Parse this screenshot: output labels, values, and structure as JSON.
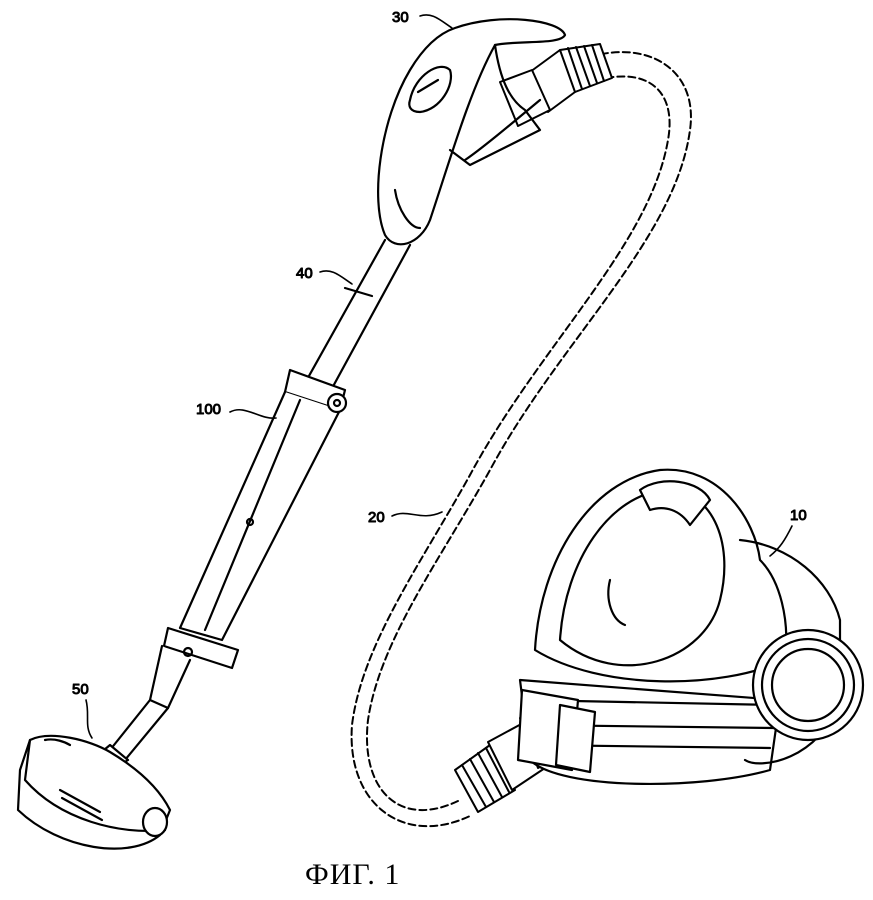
{
  "figure": {
    "caption": "ФИГ. 1",
    "reference_labels": {
      "body": "10",
      "hose": "20",
      "handle": "30",
      "extension_pipe": "40",
      "suction_nozzle": "50",
      "pipe_assembly": "100"
    }
  },
  "colors": {
    "ink": "#000000",
    "paper": "#ffffff"
  }
}
